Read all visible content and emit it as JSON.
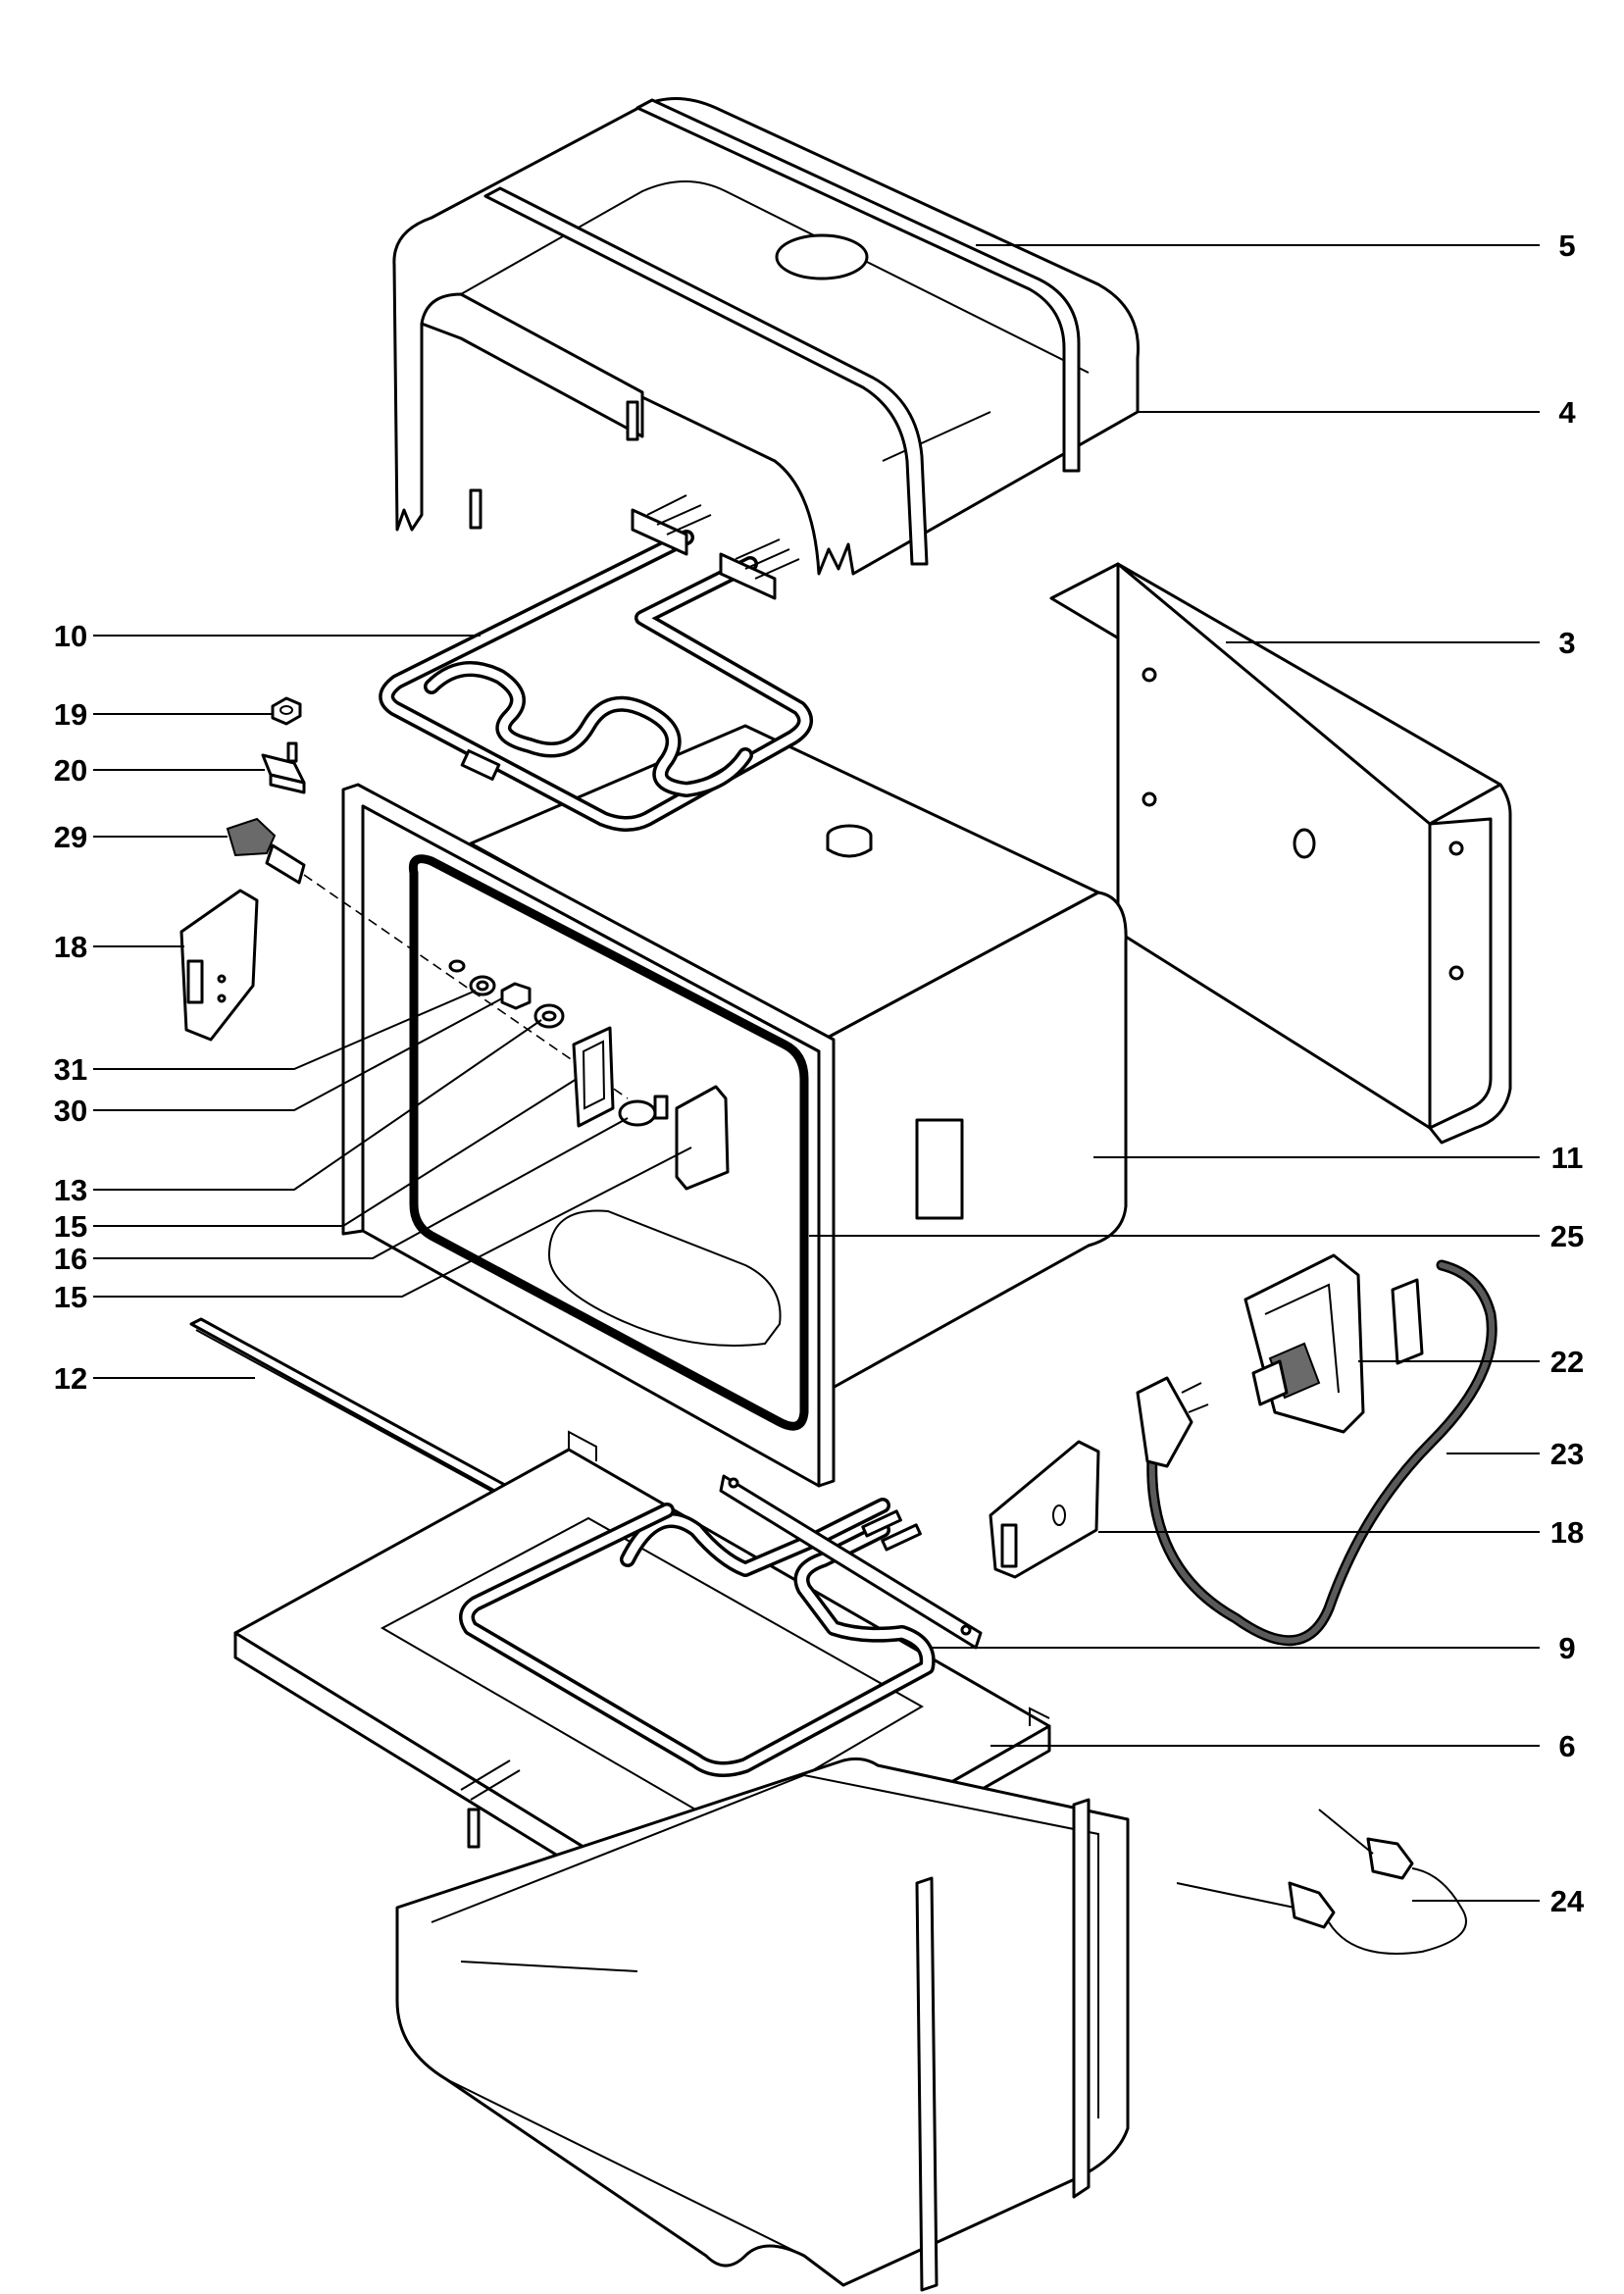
{
  "callouts": [
    {
      "id": "c5",
      "label": "5",
      "part": "outer-casing-top"
    },
    {
      "id": "c4",
      "label": "4",
      "part": "casing-strap-top"
    },
    {
      "id": "c3",
      "label": "3",
      "part": "back-panel"
    },
    {
      "id": "c10",
      "label": "10",
      "part": "upper-heating-element"
    },
    {
      "id": "c19",
      "label": "19",
      "part": "nut"
    },
    {
      "id": "c20",
      "label": "20",
      "part": "clip"
    },
    {
      "id": "c29",
      "label": "29",
      "part": "lamp-holder"
    },
    {
      "id": "c18a",
      "label": "18",
      "part": "hinge-bracket-left"
    },
    {
      "id": "c31",
      "label": "31",
      "part": "gasket-ring"
    },
    {
      "id": "c30",
      "label": "30",
      "part": "hex-nut"
    },
    {
      "id": "c13",
      "label": "13",
      "part": "washer"
    },
    {
      "id": "c15a",
      "label": "15",
      "part": "lamp-cover-frame"
    },
    {
      "id": "c16",
      "label": "16",
      "part": "lamp-bulb"
    },
    {
      "id": "c15b",
      "label": "15",
      "part": "lamp-cover"
    },
    {
      "id": "c11",
      "label": "11",
      "part": "oven-cavity"
    },
    {
      "id": "c25",
      "label": "25",
      "part": "door-seal"
    },
    {
      "id": "c12",
      "label": "12",
      "part": "trim-strip"
    },
    {
      "id": "c22",
      "label": "22",
      "part": "terminal-block"
    },
    {
      "id": "c23",
      "label": "23",
      "part": "mains-cable"
    },
    {
      "id": "c18b",
      "label": "18",
      "part": "hinge-bracket-right"
    },
    {
      "id": "c9",
      "label": "9",
      "part": "lower-heating-element"
    },
    {
      "id": "c6",
      "label": "6",
      "part": "bottom-insulation-tray"
    },
    {
      "id": "c24",
      "label": "24",
      "part": "meat-probe"
    }
  ]
}
